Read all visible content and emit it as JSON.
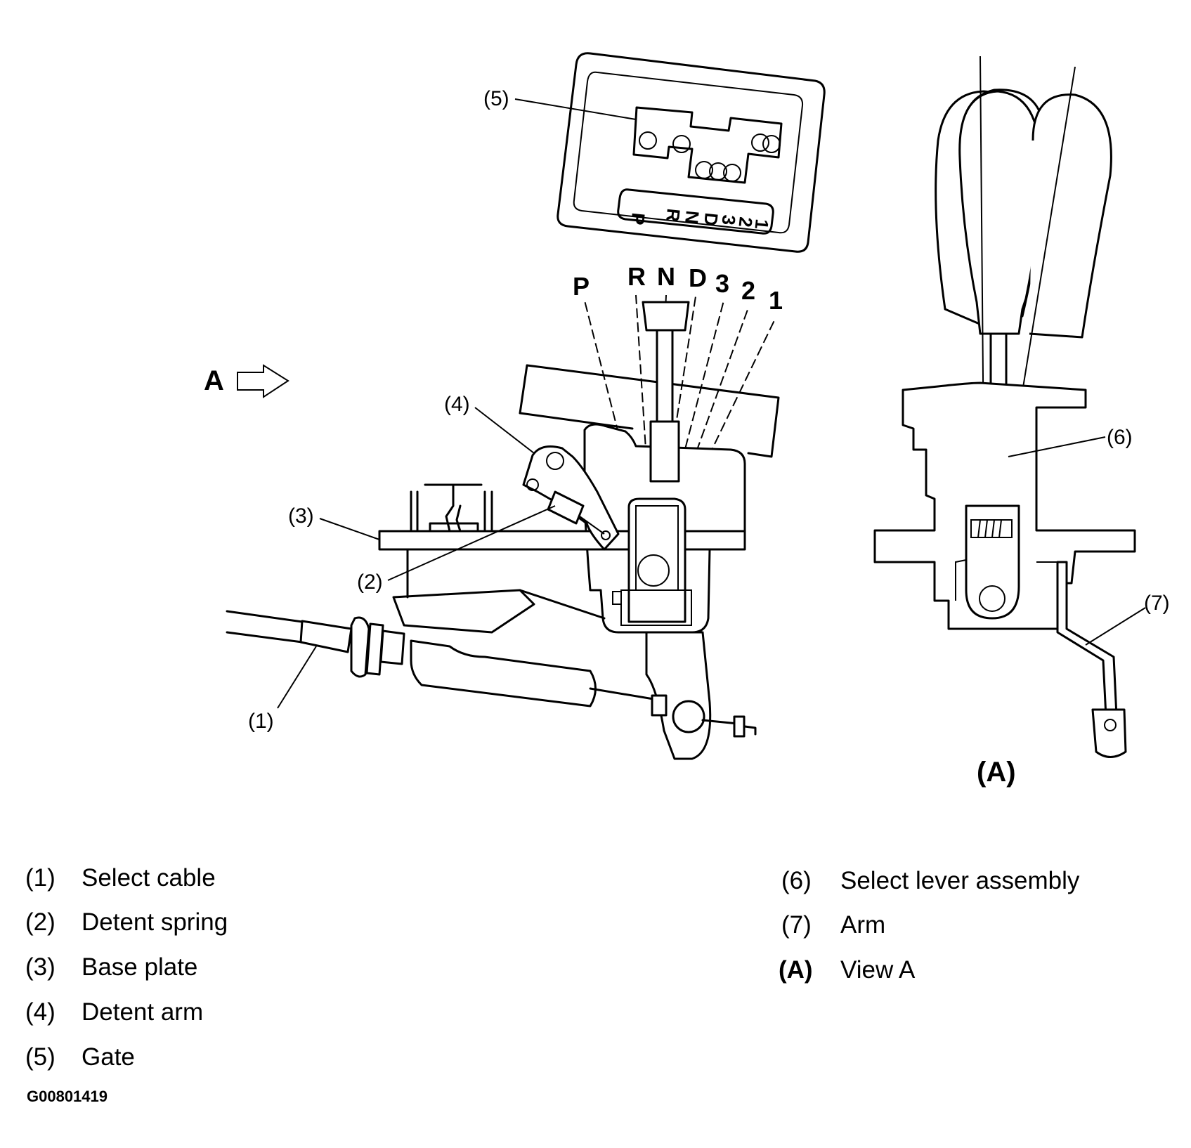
{
  "callouts": {
    "c1": "(1)",
    "c2": "(2)",
    "c3": "(3)",
    "c4": "(4)",
    "c5": "(5)",
    "c6": "(6)",
    "c7": "(7)"
  },
  "view_arrow_label": "A",
  "view_label": "(A)",
  "positions": [
    "P",
    "R",
    "N",
    "D",
    "3",
    "2",
    "1"
  ],
  "gate_positions": [
    "P",
    "R",
    "N",
    "D",
    "3",
    "2",
    "1"
  ],
  "legend_left": [
    {
      "key": "(1)",
      "text": "Select cable"
    },
    {
      "key": "(2)",
      "text": "Detent spring"
    },
    {
      "key": "(3)",
      "text": "Base plate"
    },
    {
      "key": "(4)",
      "text": "Detent arm"
    },
    {
      "key": "(5)",
      "text": "Gate"
    }
  ],
  "legend_right": [
    {
      "key": "(6)",
      "text": "Select lever assembly"
    },
    {
      "key": "(7)",
      "text": "Arm"
    },
    {
      "key": "(A)",
      "text": "View A"
    }
  ],
  "figure_id": "G00801419"
}
